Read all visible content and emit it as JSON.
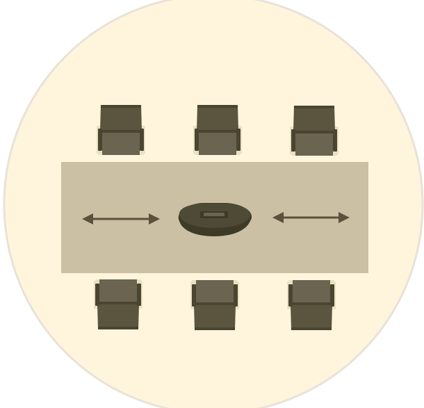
{
  "scene": {
    "description_icons": {
      "room": "round-room-floor",
      "table": "conference-table",
      "chair": "office-chair-icon",
      "speaker": "conference-speakerphone-icon",
      "arrow": "double-headed-arrow-icon"
    },
    "colors": {
      "room_fill": "#fff5dc",
      "room_border": "#e8e2d8",
      "table_fill": "#cbbfa4",
      "chair_dark": "#4a4530",
      "chair_mid": "#5b5540",
      "chair_light": "#6a6450",
      "chair_frame": "#e9e1c4",
      "speaker_dark": "#3e3a28",
      "speaker_top": "#4f4a35",
      "arrow": "#5a523b"
    },
    "seats": {
      "top_row": 3,
      "bottom_row": 3
    }
  }
}
